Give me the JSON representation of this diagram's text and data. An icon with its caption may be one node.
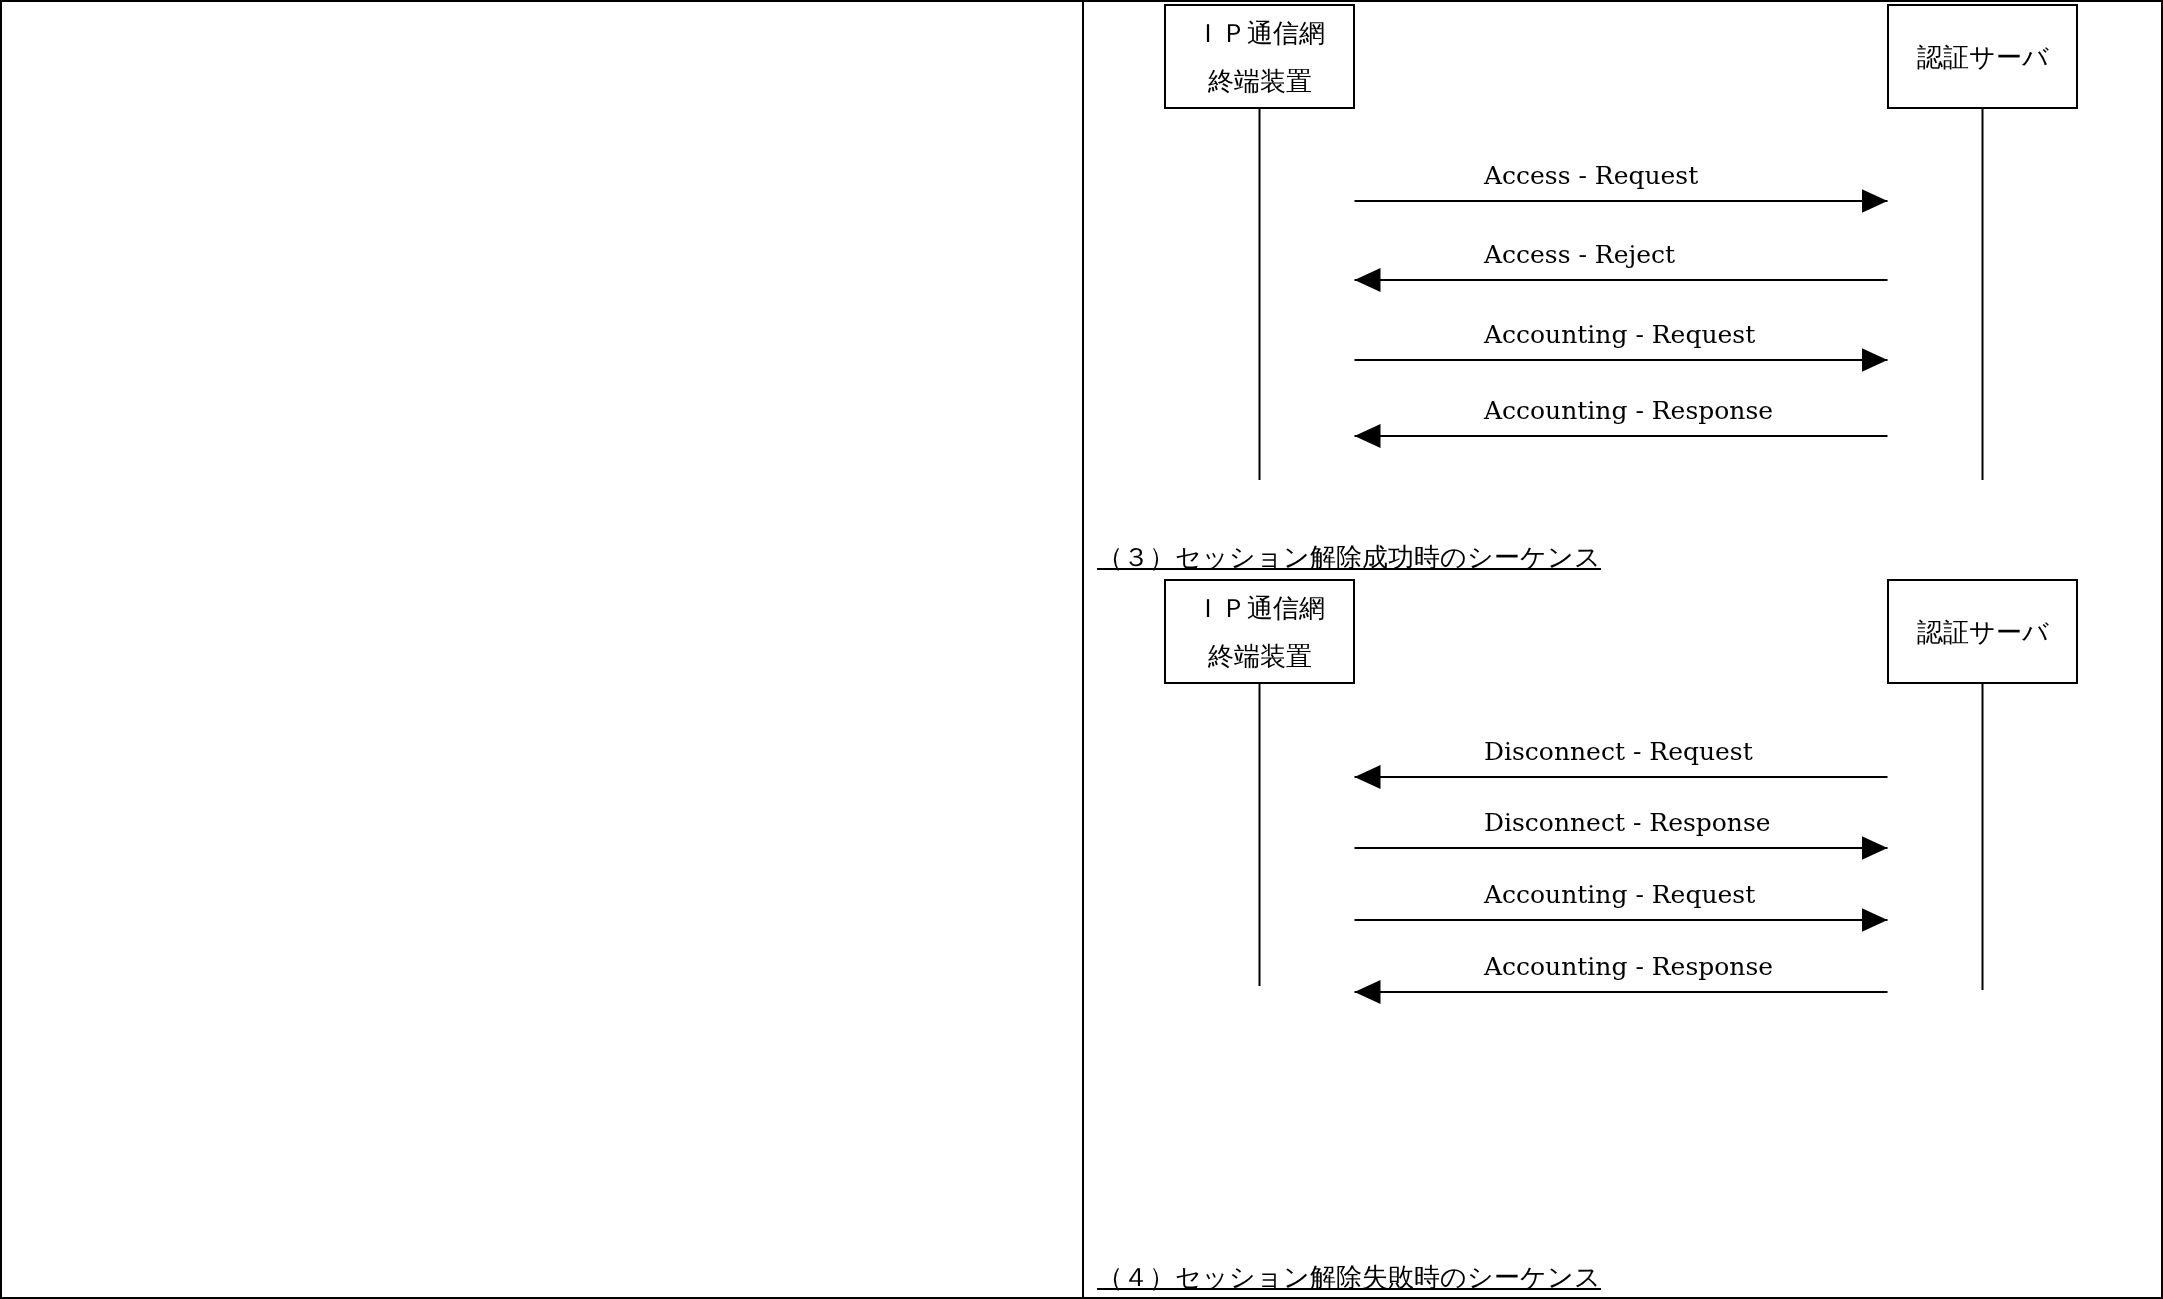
{
  "diagram": {
    "nodes": [
      {
        "text": [
          "ＩＰ通信網終端装置"
        ]
      },
      {
        "text": [
          "認証サーバ"
        ]
      },
      {
        "text": [
          "ＩＰ通信網終端装置"
        ]
      },
      {
        "text": [
          "認証サーバ"
        ]
      }
    ],
    "edges": [
      {
        "from": 0,
        "to": 1,
        "arrow": "to",
        "label": "Access - Request"
      },
      {
        "from": 1,
        "to": 0,
        "arrow": "to",
        "label": "Access - Reject"
      },
      {
        "from": 0,
        "to": 1,
        "arrow": "to",
        "label": "Accounting - Request"
      },
      {
        "from": 1,
        "to": 0,
        "arrow": "to",
        "label": "Accounting - Response"
      },
      {
        "from": 3,
        "to": 2,
        "arrow": "to",
        "label": "Disconnect - Request"
      },
      {
        "from": 2,
        "to": 3,
        "arrow": "to",
        "label": "Disconnect - Response"
      },
      {
        "from": 2,
        "to": 3,
        "arrow": "to",
        "label": "Accounting - Request"
      },
      {
        "from": 3,
        "to": 2,
        "arrow": "to",
        "label": "Accounting - Response"
      }
    ],
    "labels": [
      "（３）セッション解除成功時のシーケンス",
      "（４）セッション解除失敗時のシーケンス"
    ]
  }
}
